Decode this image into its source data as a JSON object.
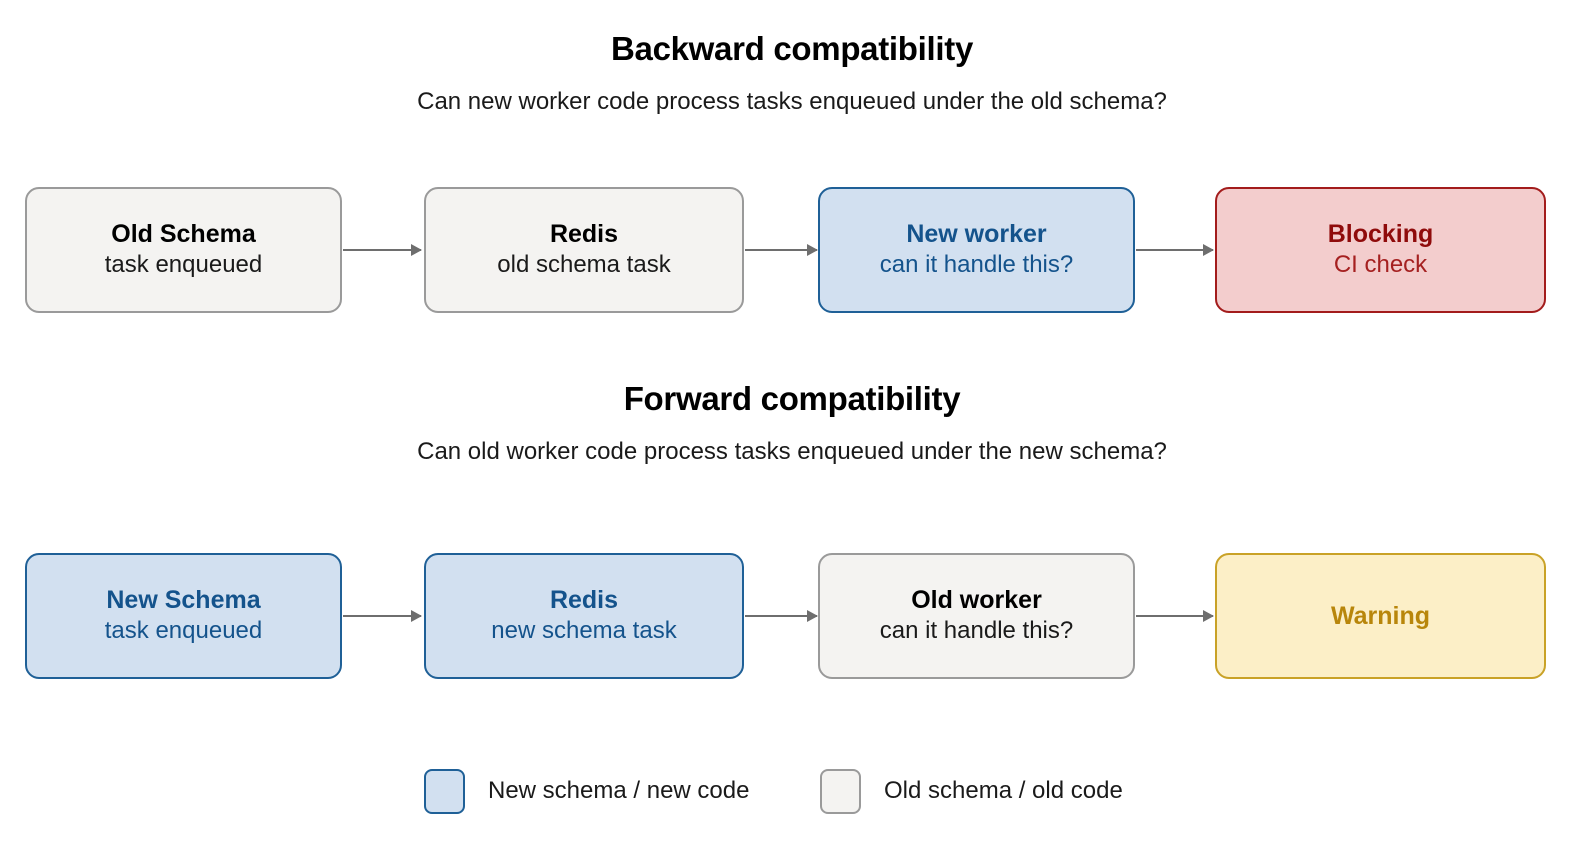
{
  "sections": [
    {
      "title": "Backward compatibility",
      "subtitle": "Can new worker code process tasks enqueued under the old schema?",
      "nodes": [
        {
          "title": "Old Schema",
          "subtitle": "task enqueued",
          "variant": "neutral"
        },
        {
          "title": "Redis",
          "subtitle": "old schema task",
          "variant": "neutral"
        },
        {
          "title": "New worker",
          "subtitle": "can it handle this?",
          "variant": "blue"
        },
        {
          "title": "Blocking",
          "subtitle": "CI check",
          "variant": "red"
        }
      ]
    },
    {
      "title": "Forward compatibility",
      "subtitle": "Can old worker code process tasks enqueued under the new schema?",
      "nodes": [
        {
          "title": "New Schema",
          "subtitle": "task enqueued",
          "variant": "blue"
        },
        {
          "title": "Redis",
          "subtitle": "new schema task",
          "variant": "blue"
        },
        {
          "title": "Old worker",
          "subtitle": "can it handle this?",
          "variant": "neutral"
        },
        {
          "title": "Warning",
          "subtitle": "",
          "variant": "yellow"
        }
      ]
    }
  ],
  "legend": [
    {
      "label": "New schema / new code",
      "variant": "blue"
    },
    {
      "label": "Old schema / old code",
      "variant": "neutral"
    }
  ],
  "colors": {
    "neutral_fill": "#f4f3f1",
    "neutral_border": "#9a9a9a",
    "blue_fill": "#d2e0f0",
    "blue_border": "#1f6097",
    "blue_text": "#14538c",
    "red_fill": "#f3cdcd",
    "red_border": "#a31c1c",
    "red_text": "#8f0b0b",
    "yellow_fill": "#fcefc7",
    "yellow_border": "#c9a227",
    "yellow_text": "#b8860b",
    "arrow": "#6e6e6e"
  }
}
